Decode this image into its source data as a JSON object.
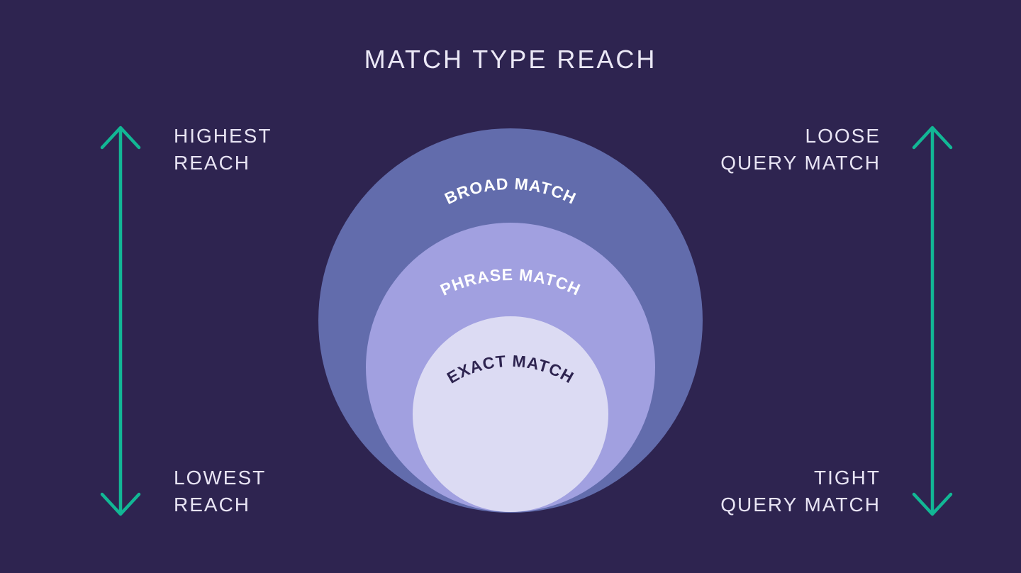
{
  "title": "MATCH TYPE REACH",
  "colors": {
    "background": "#2e2450",
    "arrow": "#12b795",
    "side_label_text": "#e8e4f4",
    "title_text": "#ebe8f6",
    "ring_label_text": "#ffffff",
    "exact_label_text": "#2e2450"
  },
  "rings": {
    "broad": {
      "label": "BROAD MATCH",
      "color": "#626cac"
    },
    "phrase": {
      "label": "PHRASE MATCH",
      "color": "#a1a0e0"
    },
    "exact": {
      "label": "EXACT MATCH",
      "color": "#dcdbf3"
    }
  },
  "labels": {
    "top_left": {
      "line1": "HIGHEST",
      "line2": "REACH"
    },
    "bottom_left": {
      "line1": "LOWEST",
      "line2": "REACH"
    },
    "top_right": {
      "line1": "LOOSE",
      "line2": "QUERY MATCH"
    },
    "bottom_right": {
      "line1": "TIGHT",
      "line2": "QUERY MATCH"
    }
  }
}
